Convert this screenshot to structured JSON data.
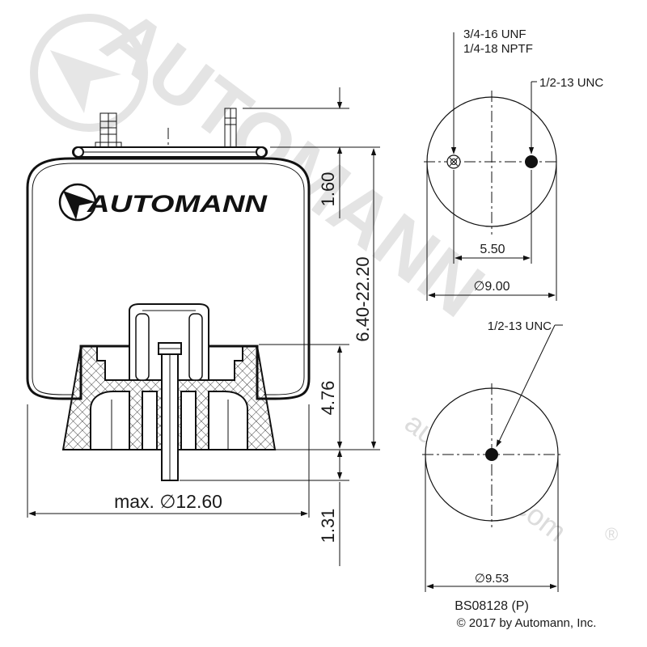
{
  "brand": {
    "name": "AUTOMANN",
    "website": "automann.com",
    "mark": "®"
  },
  "side_view": {
    "dimensions": {
      "top_height": "1.60",
      "height_range": "6.40-22.20",
      "piston_height": "4.76",
      "stud_height": "1.31",
      "max_diameter_prefix": "max.",
      "max_diameter_symbol": "∅",
      "max_diameter": "12.60"
    }
  },
  "top_plate": {
    "thread_1": "3/4-16 UNF",
    "thread_2": "1/4-18 NPTF",
    "thread_3": "1/2-13 UNC",
    "spacing": "5.50",
    "diameter_symbol": "∅",
    "diameter": "9.00"
  },
  "bottom_plate": {
    "thread": "1/2-13 UNC",
    "diameter_symbol": "∅",
    "diameter": "9.53"
  },
  "part_number": "BS08128 (P)",
  "copyright": "© 2017 by Automann, Inc."
}
